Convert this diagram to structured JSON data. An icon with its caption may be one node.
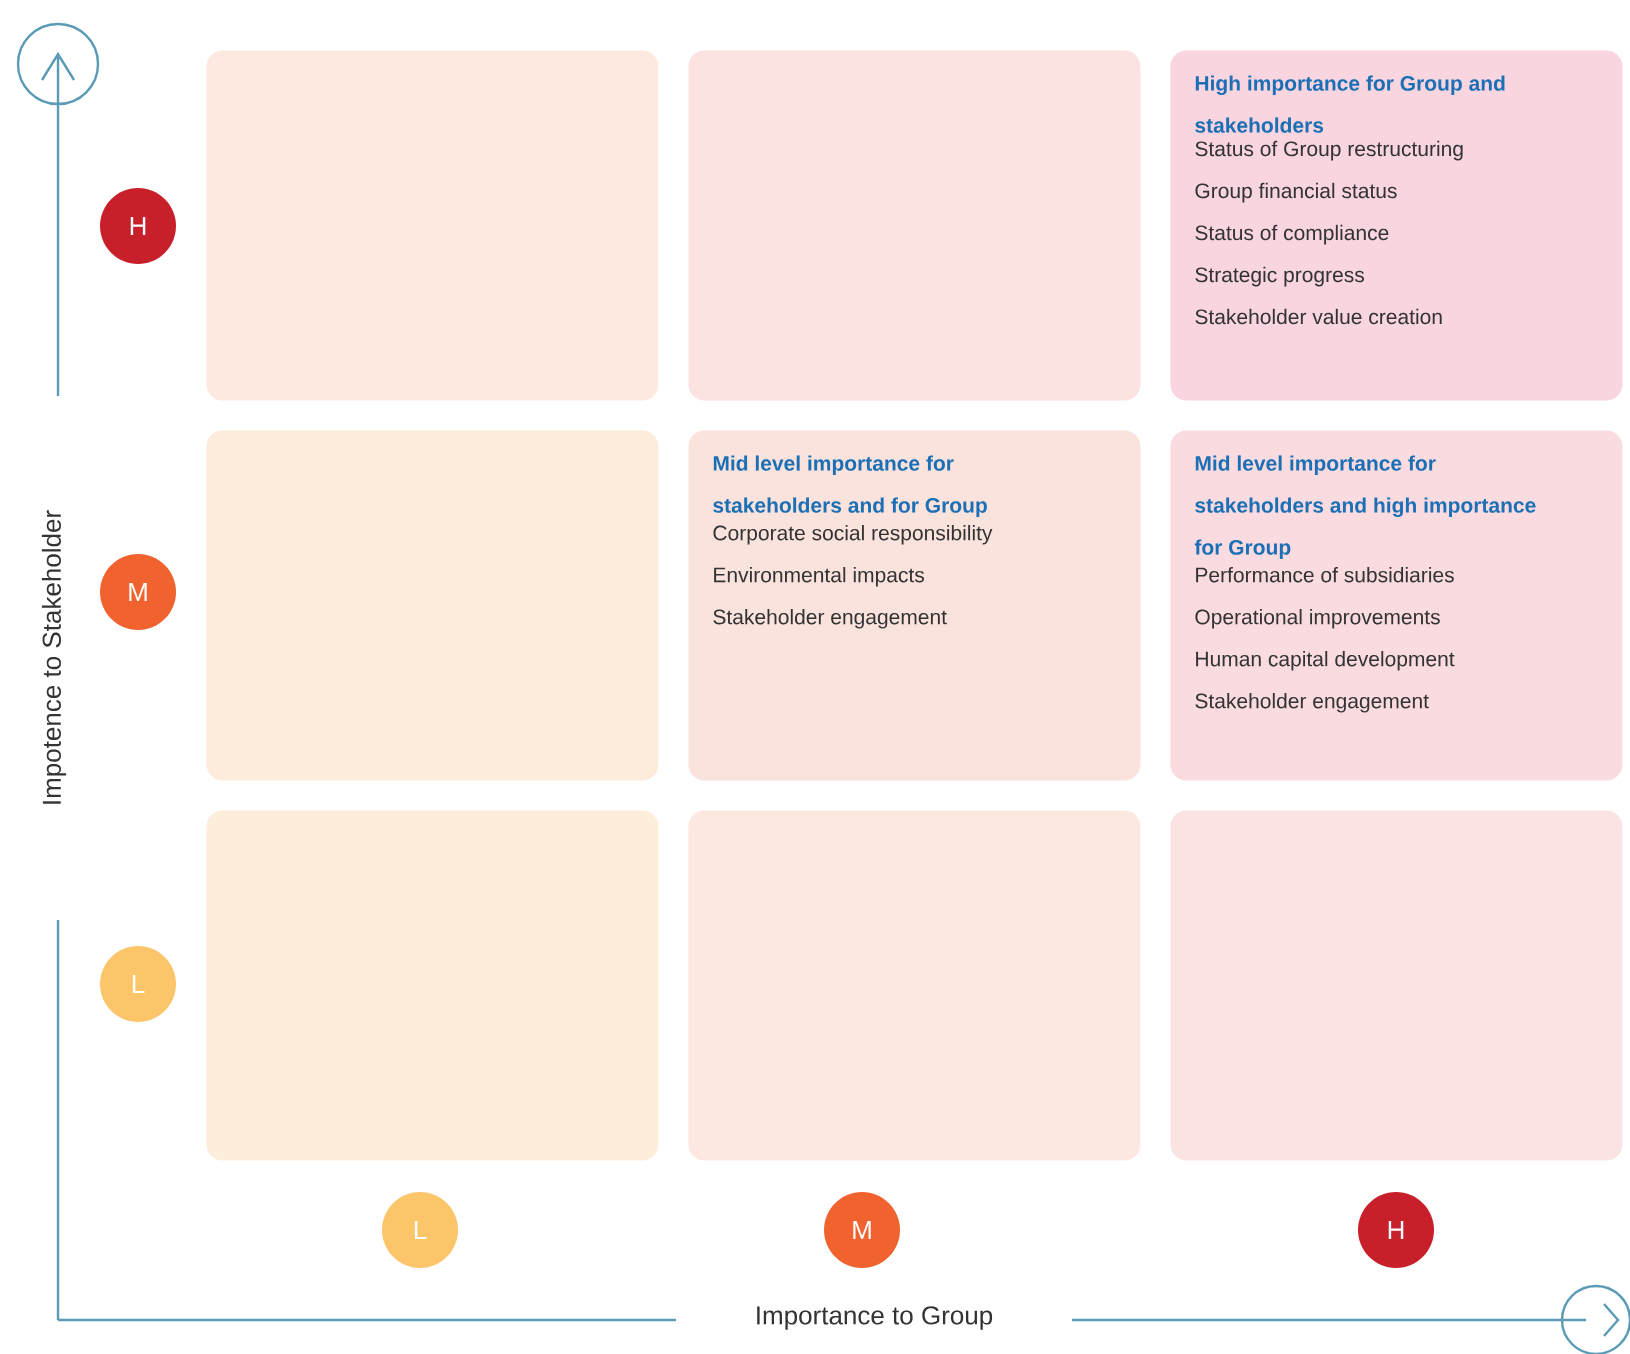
{
  "diagram": {
    "nodes": [
      {
        "text": [],
        "shape": "box"
      },
      {
        "text": [],
        "shape": "box"
      },
      {
        "text": [
          "High importance for Group and stakeholders",
          "Status of Group restructuring",
          "Group financial status",
          "Status of compliance",
          "Strategic progress",
          "Stakeholder value creation"
        ]
      },
      {
        "text": [],
        "shape": "box"
      },
      {
        "text": [
          "Mid level importance for stakeholders and for Group",
          "Corporate social responsibility",
          "Environmental impacts",
          "Stakeholder engagement"
        ]
      },
      {
        "text": [
          "Mid level importance for stakeholders and high importance for Group",
          "Performance of subsidiaries",
          "Operational improvements",
          "Human capital development",
          "Stakeholder engagement"
        ]
      },
      {
        "text": [],
        "shape": "box"
      },
      {
        "text": [],
        "shape": "box"
      },
      {
        "text": [],
        "shape": "box"
      },
      {
        "text": [
          "H"
        ]
      },
      {
        "text": [
          "M"
        ]
      },
      {
        "text": [
          "L"
        ]
      },
      {
        "text": [
          "L"
        ]
      },
      {
        "text": [
          "M"
        ]
      },
      {
        "text": [
          "H"
        ]
      }
    ],
    "labels": [
      "Impotence to Stakeholder",
      "Importance to Group"
    ]
  }
}
